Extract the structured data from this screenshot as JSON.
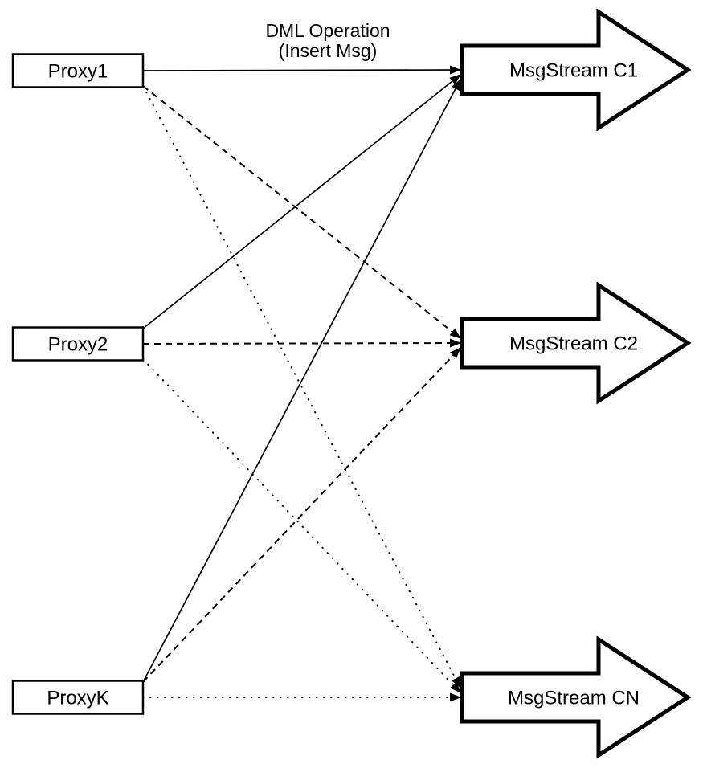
{
  "diagram": {
    "annotation": {
      "line1": "DML Operation",
      "line2": "(Insert Msg)"
    },
    "proxies": [
      {
        "id": "proxy1",
        "label": "Proxy1"
      },
      {
        "id": "proxy2",
        "label": "Proxy2"
      },
      {
        "id": "proxyk",
        "label": "ProxyK"
      }
    ],
    "streams": [
      {
        "id": "c1",
        "label": "MsgStream C1"
      },
      {
        "id": "c2",
        "label": "MsgStream C2"
      },
      {
        "id": "cn",
        "label": "MsgStream CN"
      }
    ],
    "edges": [
      {
        "from": "proxy1",
        "to": "c1",
        "style": "solid"
      },
      {
        "from": "proxy1",
        "to": "c2",
        "style": "dashed"
      },
      {
        "from": "proxy1",
        "to": "cn",
        "style": "dotted"
      },
      {
        "from": "proxy2",
        "to": "c1",
        "style": "solid"
      },
      {
        "from": "proxy2",
        "to": "c2",
        "style": "dashed"
      },
      {
        "from": "proxy2",
        "to": "cn",
        "style": "dotted"
      },
      {
        "from": "proxyk",
        "to": "c1",
        "style": "solid"
      },
      {
        "from": "proxyk",
        "to": "c2",
        "style": "dashed"
      },
      {
        "from": "proxyk",
        "to": "cn",
        "style": "dotted"
      }
    ],
    "colors": {
      "stroke": "#000000",
      "fill": "#ffffff",
      "background": "#ffffff"
    }
  }
}
